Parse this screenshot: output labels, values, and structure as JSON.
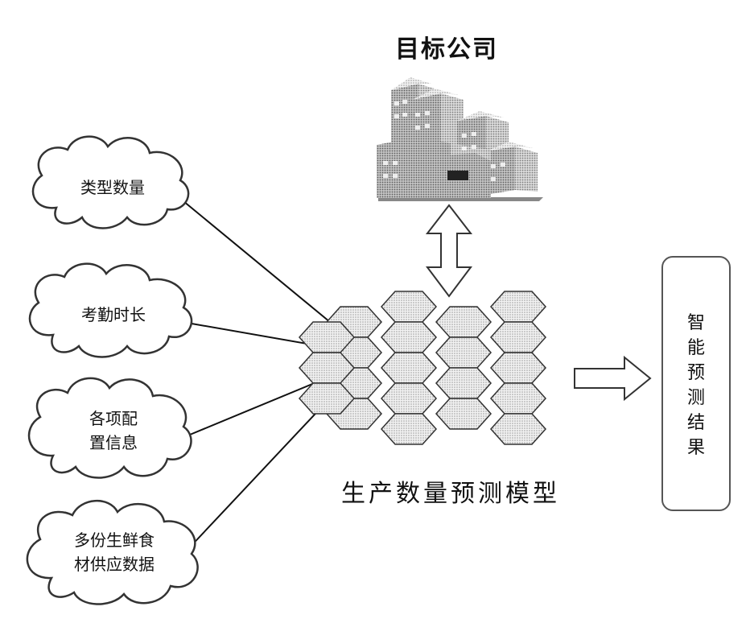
{
  "top_title": "目标公司",
  "model_label": "生产数量预测模型",
  "result_text": "智\n能\n预\n测\n结\n果",
  "inputs": [
    {
      "id": "type-quantity",
      "lines": [
        "类型数量"
      ]
    },
    {
      "id": "attendance-duration",
      "lines": [
        "考勤时长"
      ]
    },
    {
      "id": "config-info",
      "lines": [
        "各项配",
        "置信息"
      ]
    },
    {
      "id": "fresh-food-supply",
      "lines": [
        "多份生鲜食",
        "材供应数据"
      ]
    }
  ],
  "icons": {
    "company": "building-icon",
    "bidirectional": "double-arrow-icon",
    "output": "right-arrow-icon"
  }
}
